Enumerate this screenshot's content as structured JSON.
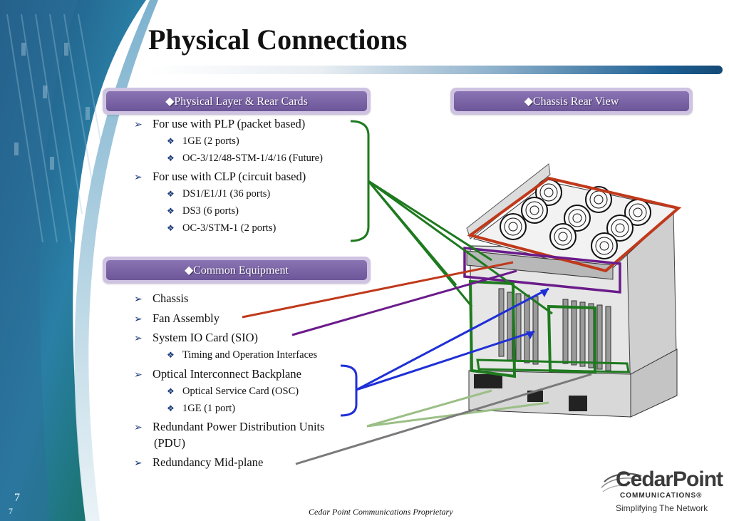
{
  "title": "Physical Connections",
  "headers": {
    "left_top": "◆Physical Layer & Rear Cards",
    "right_top": "◆Chassis Rear View",
    "left_mid": "◆Common Equipment"
  },
  "plp_list": {
    "item1": "For use with PLP (packet based)",
    "item1_sub1": "1GE (2 ports)",
    "item1_sub2": "OC-3/12/48-STM-1/4/16 (Future)",
    "item2": "For use with CLP (circuit based)",
    "item2_sub1": "DS1/E1/J1 (36 ports)",
    "item2_sub2": "DS3 (6 ports)",
    "item2_sub3": "OC-3/STM-1 (2 ports)"
  },
  "common_list": {
    "chassis": "Chassis",
    "fan": "Fan Assembly",
    "sio": "System IO Card (SIO)",
    "sio_sub": "Timing and Operation Interfaces",
    "oib": "Optical Interconnect Backplane",
    "oib_sub1": "Optical Service Card (OSC)",
    "oib_sub2": "1GE (1 port)",
    "pdu_line1": "Redundant Power Distribution Units",
    "pdu_line2": "(PDU)",
    "midplane": "Redundancy Mid-plane"
  },
  "bullets": {
    "arrow": "➢",
    "diamond": "❖"
  },
  "footer": {
    "page_large": "7",
    "page_small": "7",
    "text": "Cedar Point Communications Proprietary"
  },
  "logo": {
    "name": "CedarPoint",
    "sub": "COMMUNICATIONS®",
    "tagline": "Simplifying The Network"
  },
  "colors": {
    "fan": "#c0391b",
    "sio": "#6a1b8a",
    "plp": "#1e7a1e",
    "oib": "#1f2fd6",
    "pdu": "#9bbf86",
    "midplane": "#7a7a7a",
    "header": "#6c5698"
  }
}
